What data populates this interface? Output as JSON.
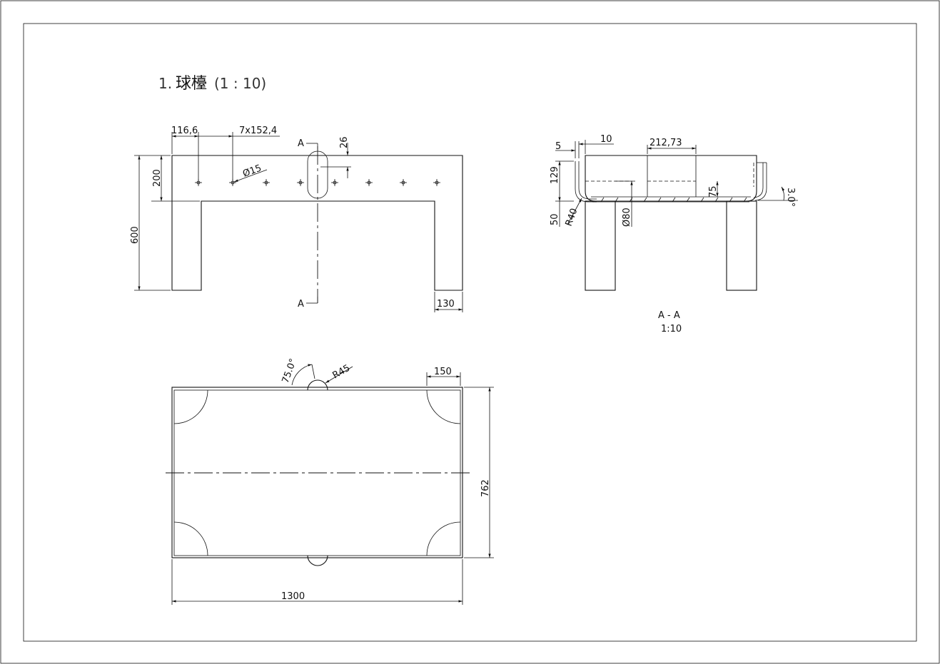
{
  "title": {
    "number": "1.",
    "name": "球檯",
    "scale": "(1 : 10)"
  },
  "front_view": {
    "dims": {
      "edge_offset": "116,6",
      "pitch": "7x152,4",
      "hole_dia": "Ø15",
      "pocket_depth": "26",
      "rail_height": "200",
      "total_height": "600",
      "leg_width": "130"
    },
    "section_labels": [
      "A",
      "A"
    ]
  },
  "section_view": {
    "dims": {
      "d5": "5",
      "d10": "10",
      "d212": "212,73",
      "d129": "129",
      "d50": "50",
      "r40": "R40",
      "dia80": "Ø80",
      "d75": "75",
      "angle": "3.0°"
    },
    "caption": "A - A",
    "scale": "1:10"
  },
  "top_view": {
    "dims": {
      "angle": "75.0°",
      "radius": "R45",
      "corner": "150",
      "depth": "762",
      "length": "1300"
    }
  }
}
